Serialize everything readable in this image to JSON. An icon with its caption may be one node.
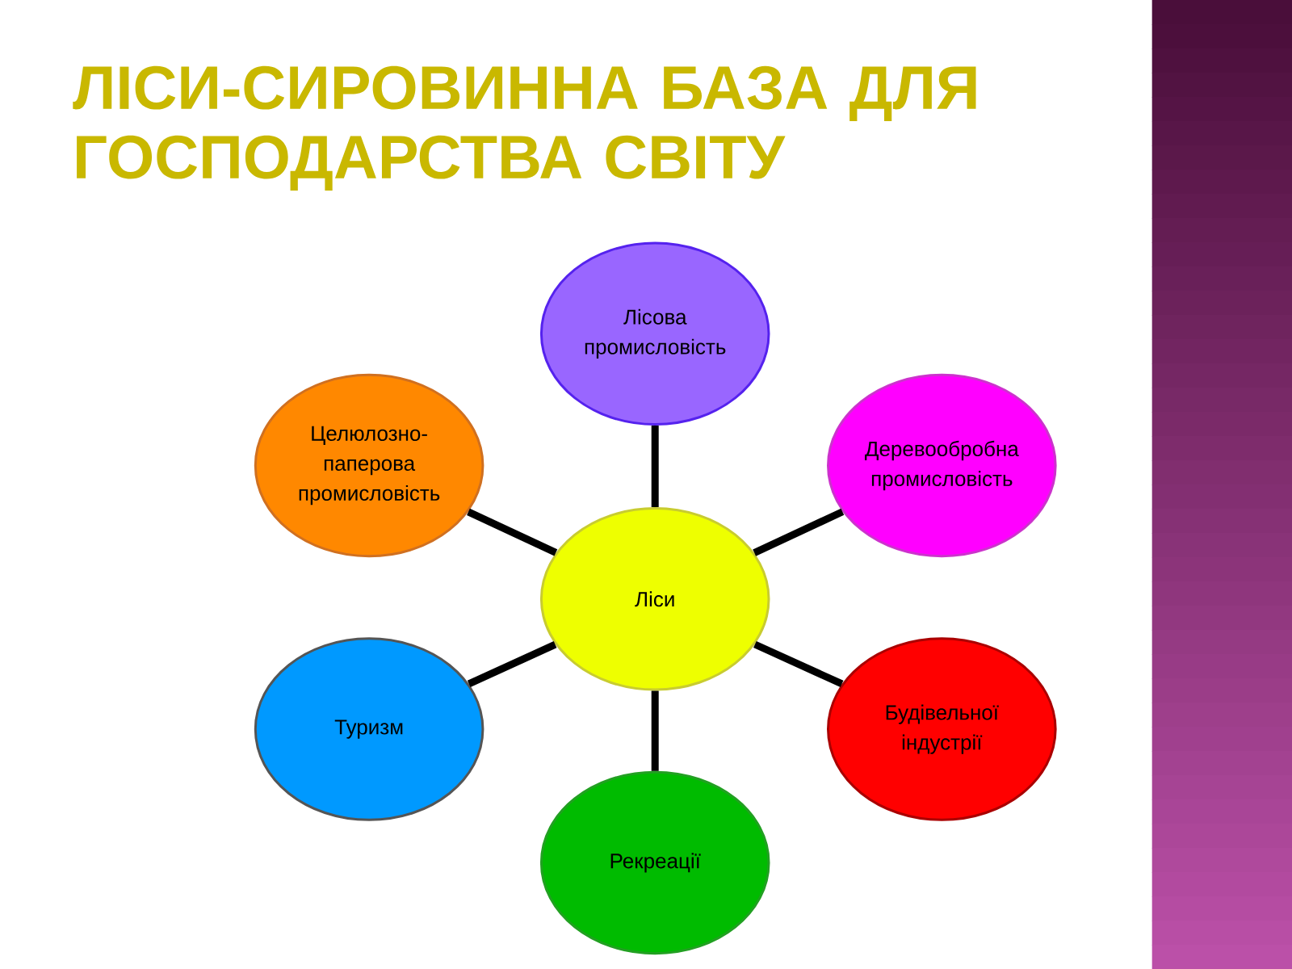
{
  "diagram": {
    "title": "ЛІСИ-СИРОВИННА БАЗА ДЛЯ ГОСПОДАРСТВА СВІТУ",
    "nodes": [
      {
        "text": [
          "Лісова промисловість"
        ]
      },
      {
        "text": [
          "Целюлозно- паперова промисловість"
        ]
      },
      {
        "text": [
          "Деревообробна промисловість"
        ]
      },
      {
        "text": [
          "Ліси"
        ]
      },
      {
        "text": [
          "Туризм"
        ]
      },
      {
        "text": [
          "Будівельної індустрії"
        ]
      },
      {
        "text": [
          "Рекреації"
        ]
      }
    ],
    "edges": [
      {
        "from": 3,
        "to": 0,
        "arrow": "none"
      },
      {
        "from": 3,
        "to": 1,
        "arrow": "none"
      },
      {
        "from": 3,
        "to": 2,
        "arrow": "none"
      },
      {
        "from": 3,
        "to": 4,
        "arrow": "none"
      },
      {
        "from": 3,
        "to": 5,
        "arrow": "none"
      },
      {
        "from": 3,
        "to": 6,
        "arrow": "none"
      }
    ]
  }
}
